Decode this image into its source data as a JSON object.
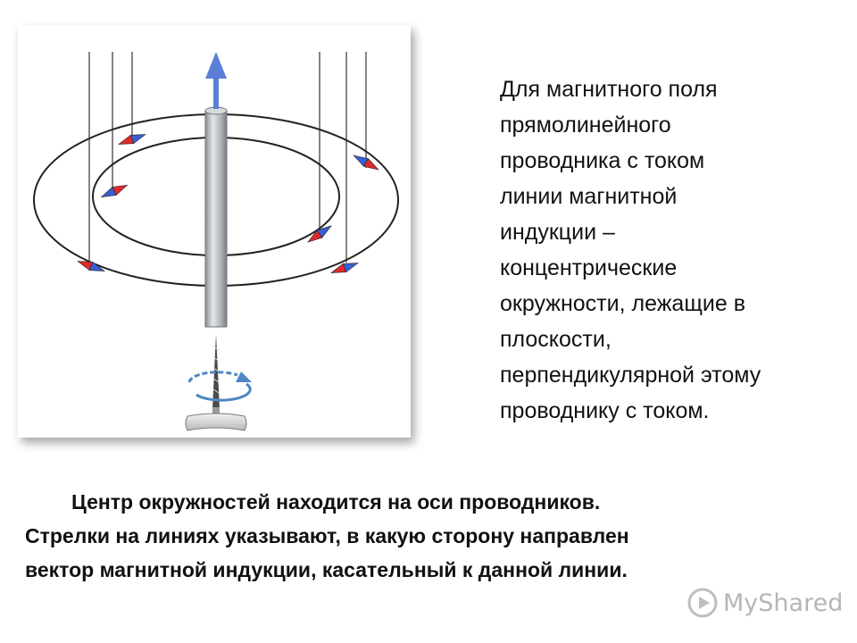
{
  "slide": {
    "side_lines": [
      "Для магнитного поля",
      "прямолинейного",
      "проводника с током",
      "линии магнитной",
      "индукции –",
      "концентрические",
      "окружности, лежащие в",
      "плоскости,",
      "перпендикулярной этому",
      "проводнику с током."
    ],
    "bottom_lines": [
      "Центр окружностей находится на оси проводников.",
      "Стрелки на линиях указывают, в какую сторону направлен",
      "вектор магнитной индукции, касательный к данной линии."
    ]
  },
  "figure": {
    "arrow_color": "#5b7fd6",
    "needle_north_color": "#e02a2a",
    "needle_south_color": "#3b5fd0",
    "wire_color": "#b9bcc4"
  },
  "watermark": {
    "text": "MyShared"
  }
}
